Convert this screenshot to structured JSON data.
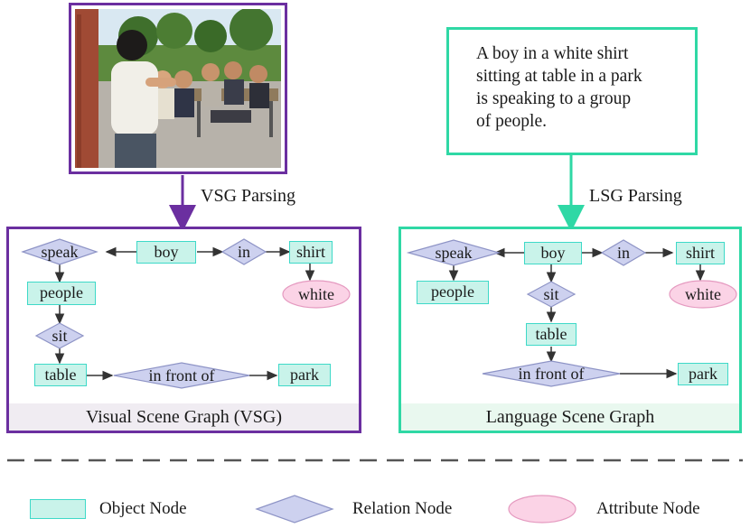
{
  "caption": {
    "lines": [
      "A boy in a white shirt",
      "sitting at table in a park",
      "is speaking to a group",
      "of people."
    ]
  },
  "parsing": {
    "vsg_label": "VSG Parsing",
    "lsg_label": "LSG Parsing"
  },
  "vsg": {
    "title": "Visual Scene Graph (VSG)",
    "nodes": {
      "speak": "speak",
      "boy": "boy",
      "in": "in",
      "shirt": "shirt",
      "white": "white",
      "people": "people",
      "sit": "sit",
      "table": "table",
      "in_front_of": "in front of",
      "park": "park"
    }
  },
  "lsg": {
    "title": "Language Scene Graph",
    "nodes": {
      "speak": "speak",
      "boy": "boy",
      "in": "in",
      "shirt": "shirt",
      "white": "white",
      "people": "people",
      "sit": "sit",
      "table": "table",
      "in_front_of": "in front of",
      "park": "park"
    }
  },
  "legend": {
    "object": "Object Node",
    "relation": "Relation Node",
    "attribute": "Attribute Node"
  },
  "colors": {
    "vsg_purple": "#6b2fa0",
    "lsg_green": "#2fd8a5",
    "object_fill": "#c9f3ea",
    "relation_fill": "#cdd1ef",
    "attribute_fill": "#fbd3e6"
  }
}
